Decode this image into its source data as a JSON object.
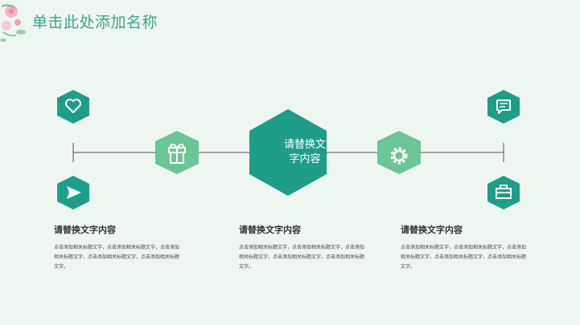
{
  "slide": {
    "title": "单击此处添加名称",
    "center_text_line1": "请替换文",
    "center_text_line2": "字内容",
    "columns": [
      {
        "heading": "请替换文字内容",
        "body": "点击添加相关标题文字，点击添加相关标题文字，点击添加相关标题文字，点击添加相关标题文字，点击添加相关标题文字。"
      },
      {
        "heading": "请替换文字内容",
        "body": "点击添加相关标题文字，点击添加相关标题文字，点击添加相关标题文字，点击添加相关标题文字，点击添加相关标题文字。"
      },
      {
        "heading": "请替换文字内容",
        "body": "点击添加相关标题文字，点击添加相关标题文字，点击添加相关标题文字，点击添加相关标题文字，点击添加相关标题文字。"
      }
    ],
    "icons": [
      "heart-icon",
      "send-icon",
      "gift-icon",
      "gear-icon",
      "message-icon",
      "briefcase-icon"
    ],
    "colors": {
      "dark_teal": "#1e9e88",
      "light_green": "#6cc596",
      "line": "#555555",
      "background": "#eef6f1",
      "title": "#3aa58f"
    }
  }
}
